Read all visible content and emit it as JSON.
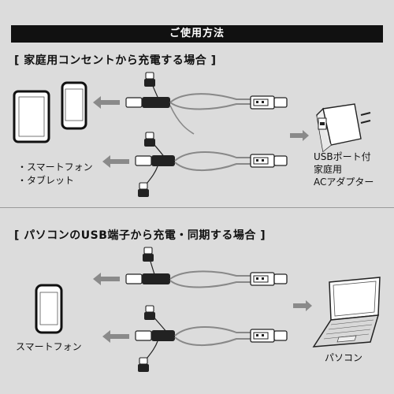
{
  "title": "ご使用方法",
  "section1": {
    "heading": "[ 家庭用コンセントから充電する場合 ]",
    "devices_label_1": "・スマートフォン",
    "devices_label_2": "・タブレット",
    "adapter_label_1": "USBポート付",
    "adapter_label_2": "家庭用",
    "adapter_label_3": "ACアダプター"
  },
  "section2": {
    "heading": "[ パソコンのUSB端子から充電・同期する場合 ]",
    "device_label": "スマートフォン",
    "pc_label": "パソコン"
  },
  "icons": [
    "tablet-icon",
    "smartphone-icon",
    "cable-icon",
    "arrow-icon",
    "ac-adapter-icon",
    "laptop-icon"
  ]
}
